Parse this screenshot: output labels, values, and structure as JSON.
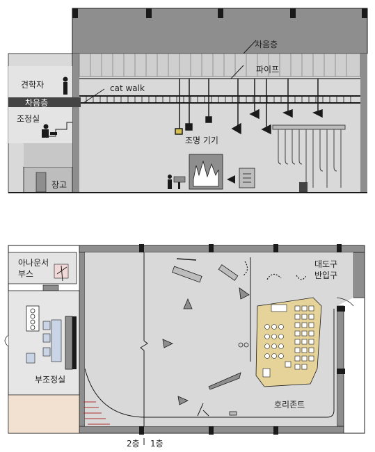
{
  "section": {
    "labels": {
      "spectator": "견학자",
      "sound_insulation_left": "차음층",
      "control_room": "조정실",
      "storage": "창고",
      "sound_insulation_top": "차음층",
      "pipe": "파이프",
      "catwalk": "cat walk",
      "lighting": "조명  기기"
    }
  },
  "plan": {
    "labels": {
      "announcer_booth_line1": "아나운서",
      "announcer_booth_line2": "부스",
      "large_props_entrance_line1": "대도구",
      "large_props_entrance_line2": "반입구",
      "sub_control_room": "부조정실",
      "horizon": "호리존트",
      "floor_2": "2층",
      "floor_1": "1층"
    }
  },
  "colors": {
    "wall_gray": "#8e8e8e",
    "light_gray": "#d9d9d9",
    "mid_gray": "#bdbdbd",
    "dark": "#1a1a1a",
    "booth_pink": "#f2d9d9",
    "horizon_tan": "#e6d39a"
  }
}
